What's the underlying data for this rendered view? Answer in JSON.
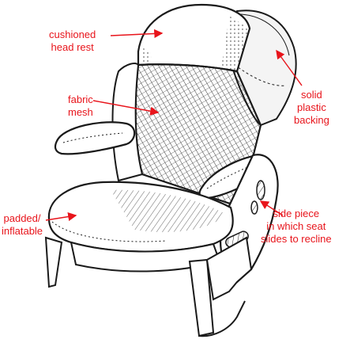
{
  "background_color": "#ffffff",
  "ink_color": "#1a1a1a",
  "label_color": "#e8141b",
  "labels": {
    "head_rest": {
      "line1": "cushioned",
      "line2": "head rest"
    },
    "fabric_mesh": {
      "line1": "fabric",
      "line2": "mesh"
    },
    "solid_backing": {
      "line1": "solid",
      "line2": "plastic",
      "line3": "backing"
    },
    "padded": {
      "line1": "padded/",
      "line2": "inflatable"
    },
    "side_piece": {
      "line1": "side piece",
      "line2": "in which seat",
      "line3": "slides to recline"
    }
  }
}
